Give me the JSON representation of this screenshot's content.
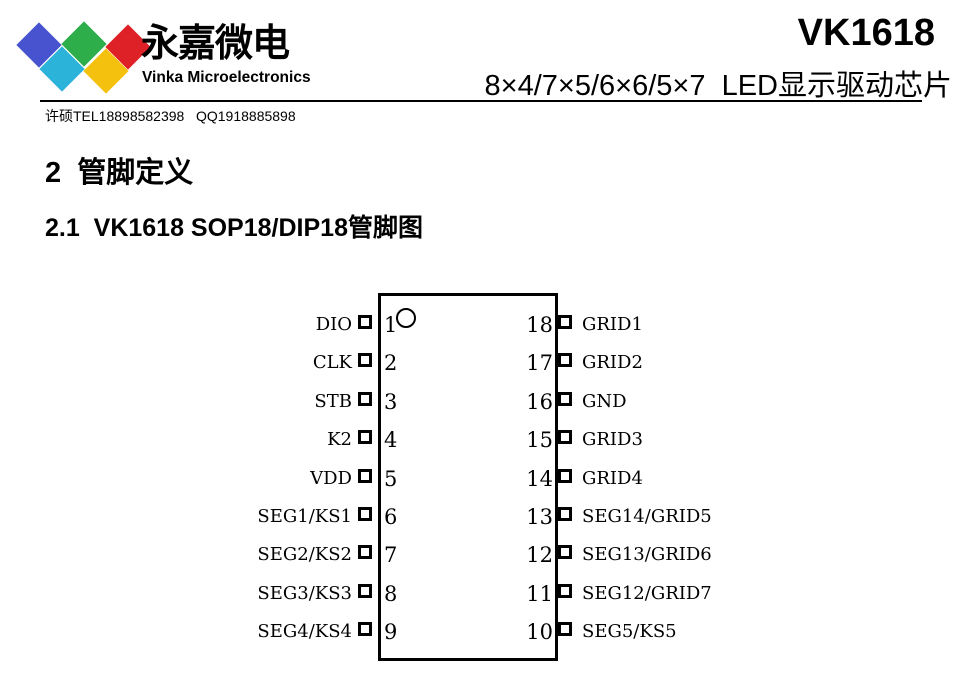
{
  "header": {
    "logo": {
      "brand_cn": "永嘉微电",
      "brand_en": "Vinka Microelectronics",
      "diamond_colors": [
        "#2bb3da",
        "#f4c20e",
        "#4753cf",
        "#2ead4b",
        "#dd2127"
      ]
    },
    "part_number": "VK1618",
    "subtitle": "8×4/7×5/6×6/5×7  LED显示驱动芯片",
    "contact": "许硕TEL18898582398   QQ1918885898"
  },
  "sections": {
    "h1": "2  管脚定义",
    "h2": "2.1  VK1618 SOP18/DIP18管脚图"
  },
  "chip": {
    "package": "SOP18/DIP18",
    "pin1_marker": "circle",
    "pins": [
      {
        "left": {
          "label": "DIO",
          "number": "1"
        },
        "right": {
          "number": "18",
          "label": "GRID1"
        }
      },
      {
        "left": {
          "label": "CLK",
          "number": "2"
        },
        "right": {
          "number": "17",
          "label": "GRID2"
        }
      },
      {
        "left": {
          "label": "STB",
          "number": "3"
        },
        "right": {
          "number": "16",
          "label": "GND"
        }
      },
      {
        "left": {
          "label": "K2",
          "number": "4"
        },
        "right": {
          "number": "15",
          "label": "GRID3"
        }
      },
      {
        "left": {
          "label": "VDD",
          "number": "5"
        },
        "right": {
          "number": "14",
          "label": "GRID4"
        }
      },
      {
        "left": {
          "label": "SEG1/KS1",
          "number": "6"
        },
        "right": {
          "number": "13",
          "label": "SEG14/GRID5"
        }
      },
      {
        "left": {
          "label": "SEG2/KS2",
          "number": "7"
        },
        "right": {
          "number": "12",
          "label": "SEG13/GRID6"
        }
      },
      {
        "left": {
          "label": "SEG3/KS3",
          "number": "8"
        },
        "right": {
          "number": "11",
          "label": "SEG12/GRID7"
        }
      },
      {
        "left": {
          "label": "SEG4/KS4",
          "number": "9"
        },
        "right": {
          "number": "10",
          "label": "SEG5/KS5"
        }
      }
    ]
  }
}
